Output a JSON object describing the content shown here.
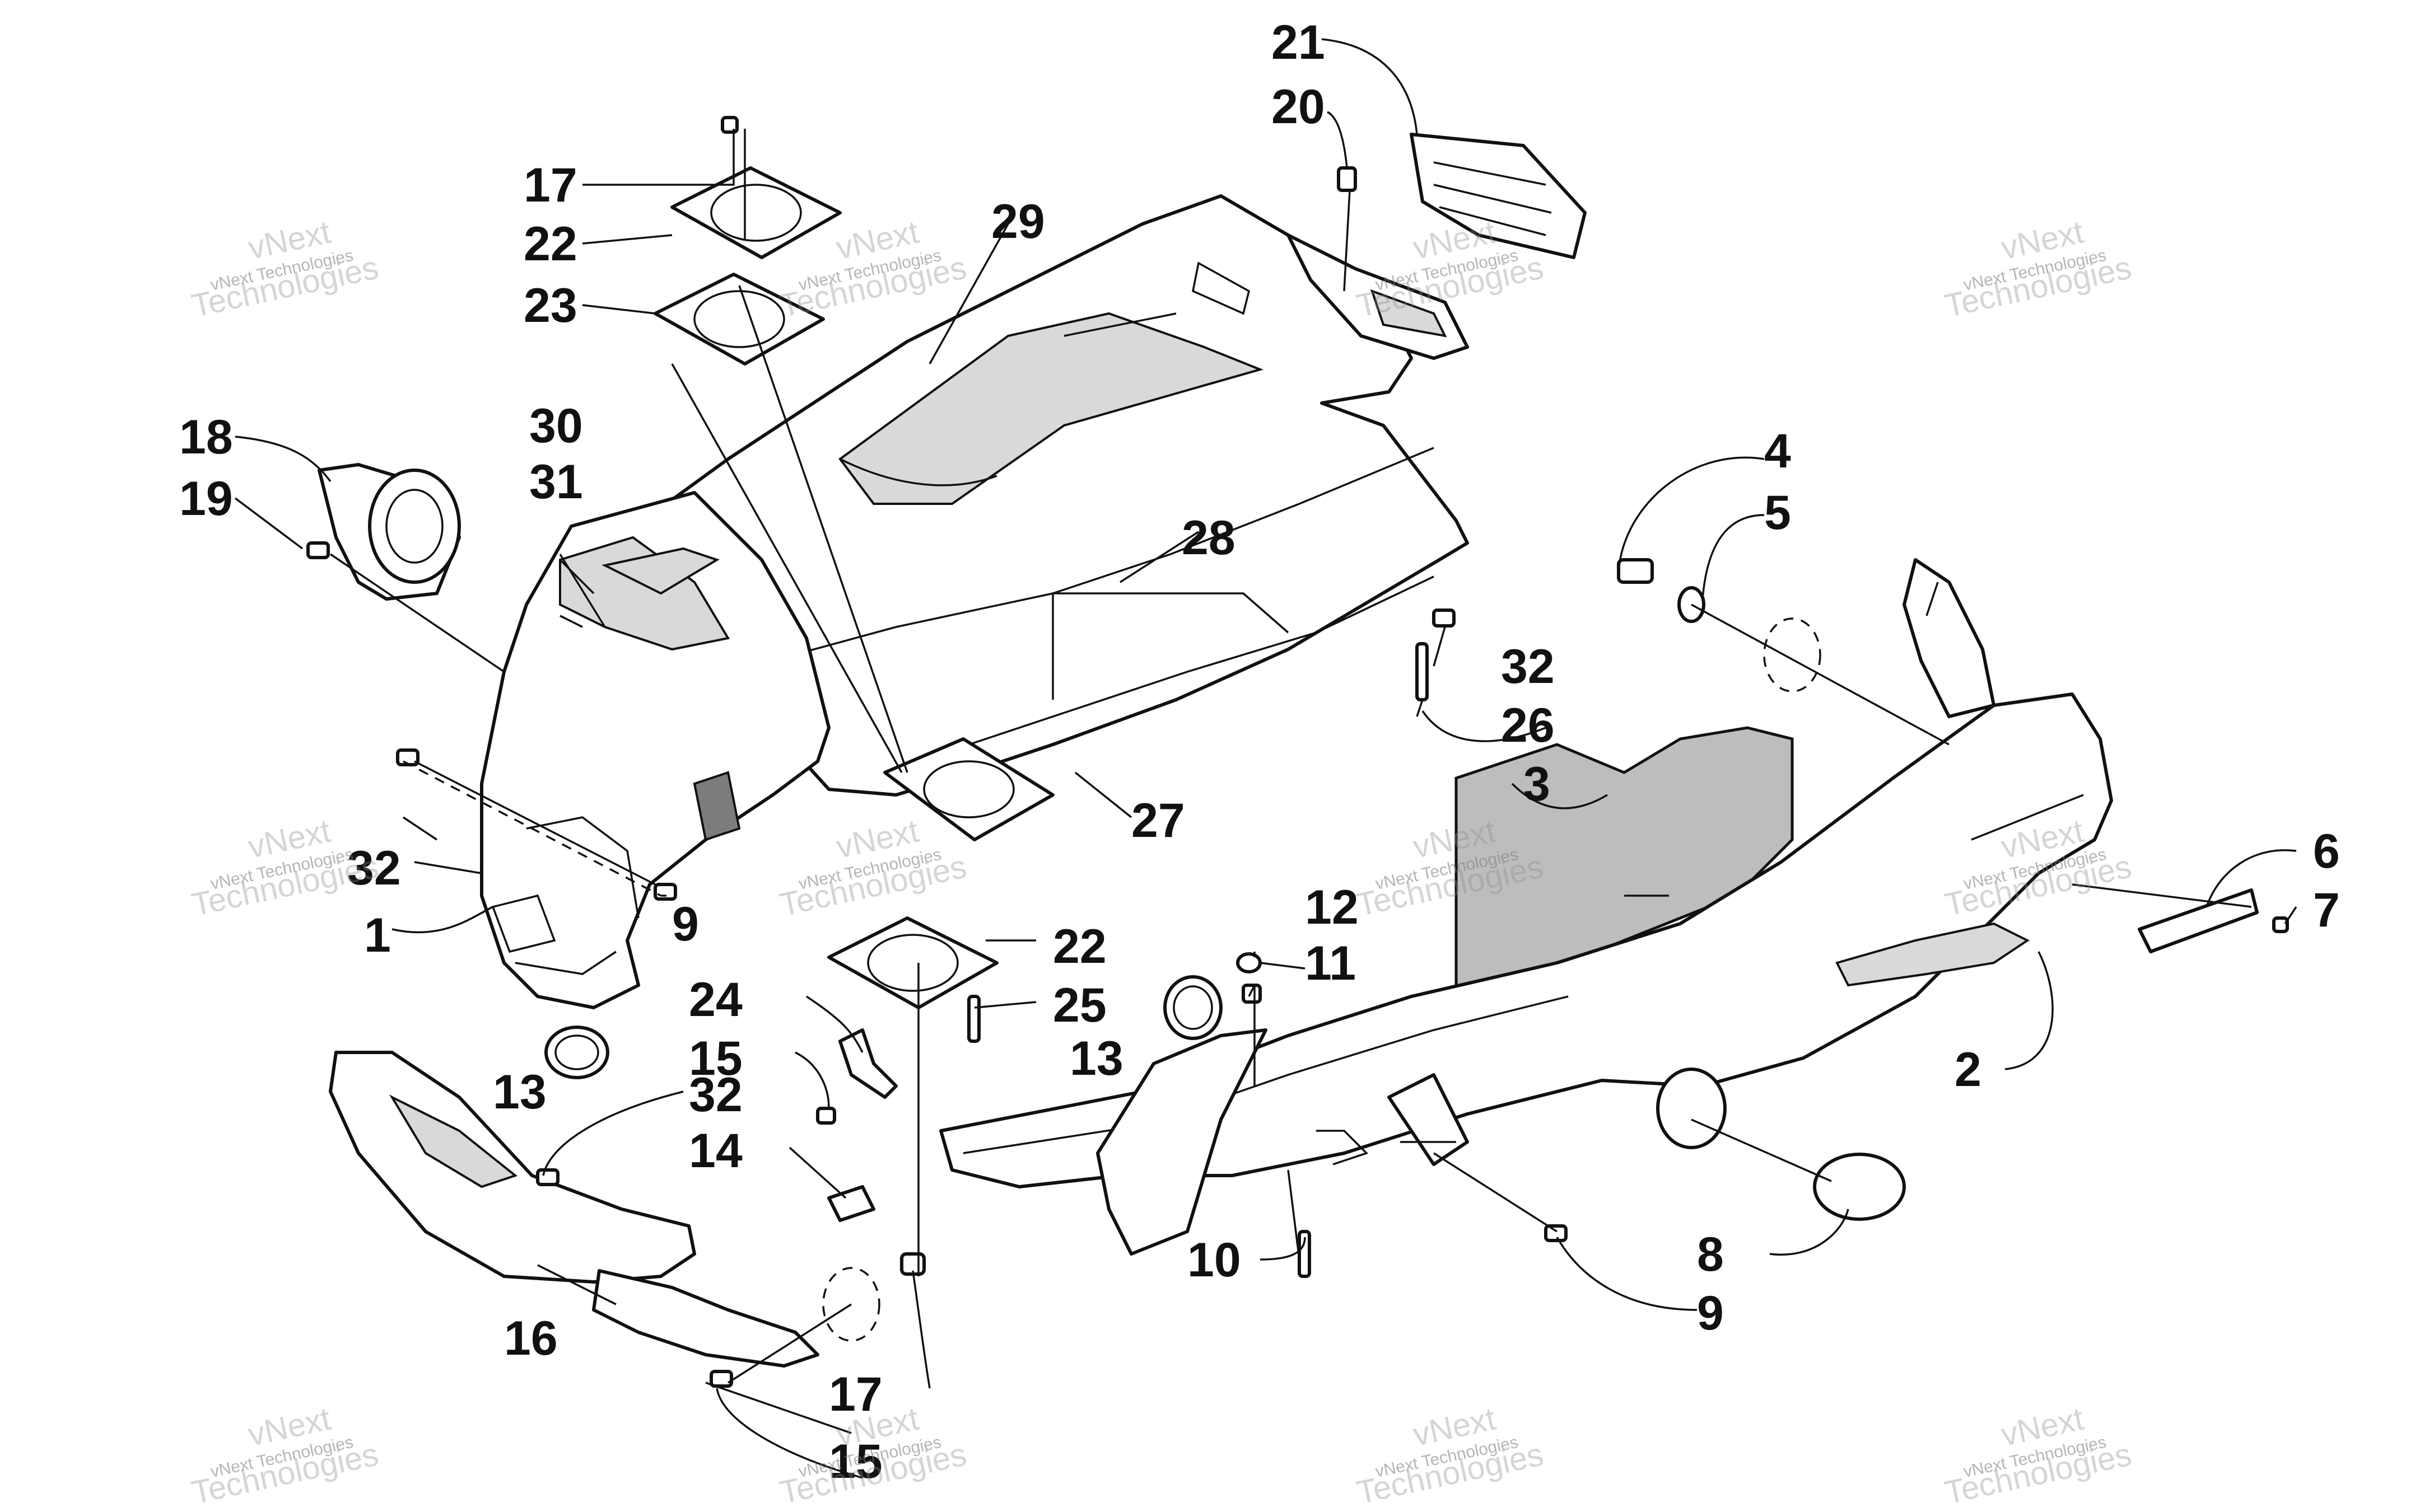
{
  "watermarks": [
    {
      "line1": "vNext Technologies",
      "line2": "vNext",
      "line3": "Technologies"
    },
    {
      "line1": "vNext Technologies",
      "line2": "vNext",
      "line3": "Technologies"
    },
    {
      "line1": "vNext Technologies",
      "line2": "vNext",
      "line3": "Technologies"
    },
    {
      "line1": "vNext Technologies",
      "line2": "vNext",
      "line3": "Technologies"
    },
    {
      "line1": "vNext Technologies",
      "line2": "vNext",
      "line3": "Technologies"
    },
    {
      "line1": "vNext Technologies",
      "line2": "vNext",
      "line3": "Technologies"
    },
    {
      "line1": "vNext Technologies",
      "line2": "vNext",
      "line3": "Technologies"
    },
    {
      "line1": "vNext Technologies",
      "line2": "vNext",
      "line3": "Technologies"
    },
    {
      "line1": "vNext Technologies",
      "line2": "vNext",
      "line3": "Technologies"
    },
    {
      "line1": "vNext Technologies",
      "line2": "vNext",
      "line3": "Technologies"
    },
    {
      "line1": "vNext Technologies",
      "line2": "vNext",
      "line3": "Technologies"
    },
    {
      "line1": "vNext Technologies",
      "line2": "vNext",
      "line3": "Technologies"
    }
  ],
  "callouts": {
    "c1": "1",
    "c2": "2",
    "c3": "3",
    "c4": "4",
    "c5": "5",
    "c6": "6",
    "c7": "7",
    "c8": "8",
    "c9a": "9",
    "c9b": "9",
    "c10": "10",
    "c11": "11",
    "c12": "12",
    "c13a": "13",
    "c13b": "13",
    "c14": "14",
    "c15a": "15",
    "c15b": "15",
    "c16": "16",
    "c17a": "17",
    "c17b": "17",
    "c18": "18",
    "c19": "19",
    "c20": "20",
    "c21": "21",
    "c22a": "22",
    "c22b": "22",
    "c23": "23",
    "c24": "24",
    "c25": "25",
    "c26": "26",
    "c27": "27",
    "c28": "28",
    "c29": "29",
    "c30": "30",
    "c31": "31",
    "c32a": "32",
    "c32b": "32",
    "c32c": "32"
  }
}
